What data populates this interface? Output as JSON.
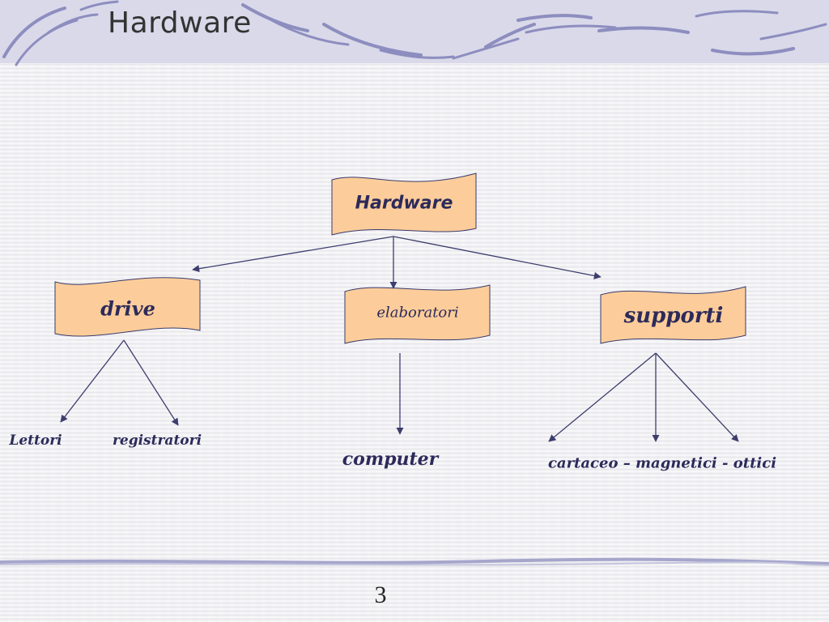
{
  "slide": {
    "title": "Hardware",
    "page_number": "3"
  },
  "diagram": {
    "root": {
      "label": "Hardware"
    },
    "categories": [
      {
        "id": "drive",
        "label": "drive",
        "children": [
          "Lettori",
          "registratori"
        ]
      },
      {
        "id": "elaboratori",
        "label": "elaboratori",
        "children": [
          "computer"
        ]
      },
      {
        "id": "supporti",
        "label": "supporti",
        "children": [
          "cartaceo – magnetici - ottici"
        ]
      }
    ]
  },
  "colors": {
    "node_fill": "#fccd9a",
    "node_stroke": "#3a3a6e",
    "arrow": "#3d3d6e",
    "text": "#2c2a5a",
    "header_band": "#d9d9ea",
    "swirl": "#8d8dbf"
  }
}
